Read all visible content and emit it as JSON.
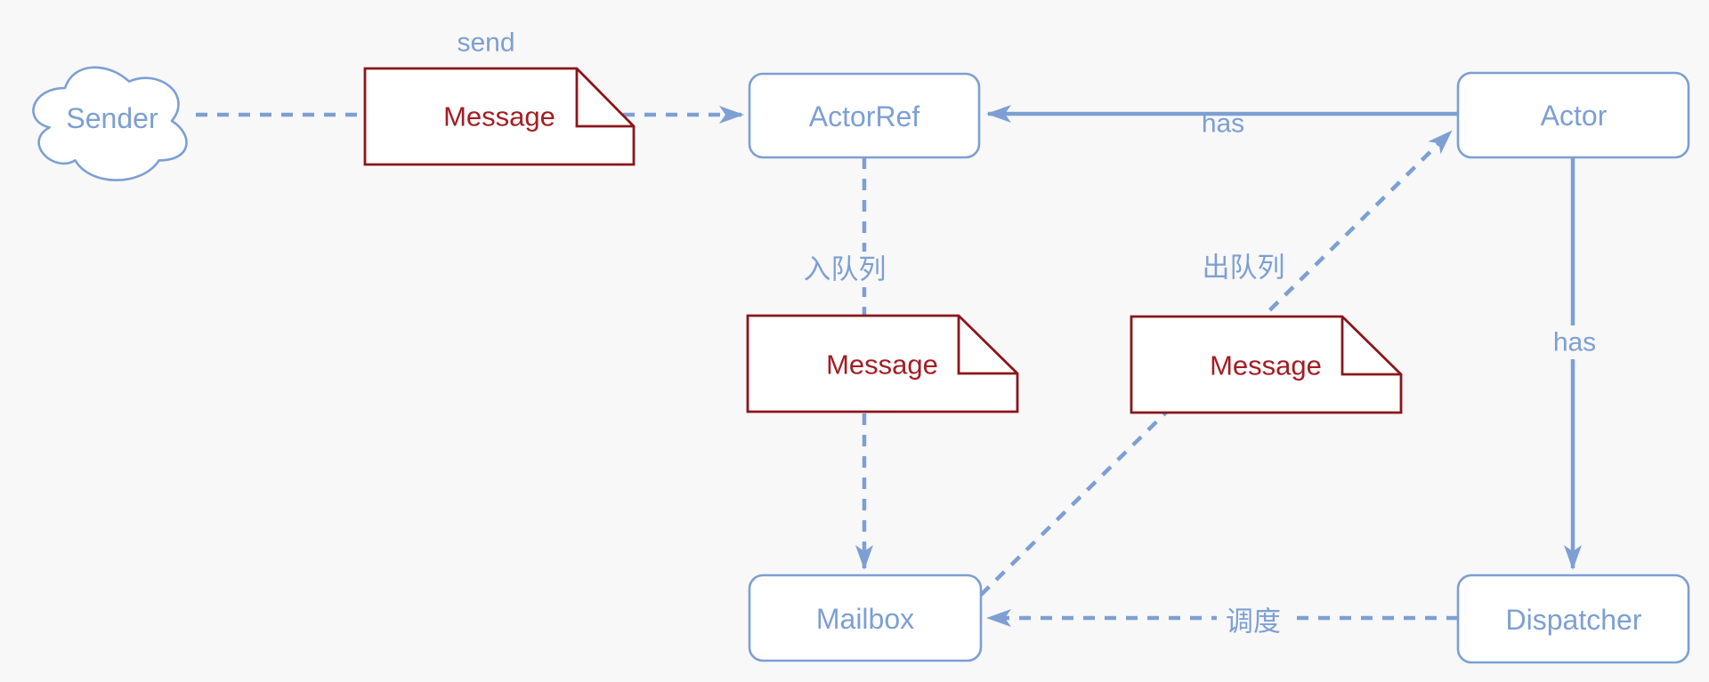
{
  "diagram": {
    "title": "Actor model message flow",
    "background_color": "#f8f8f9",
    "colors": {
      "blue_accent": "#7d9fd3",
      "note_border": "#8a161b",
      "note_text": "#a31d23",
      "node_fill": "#ffffff"
    },
    "nodes": {
      "sender": {
        "label": "Sender",
        "shape": "cloud"
      },
      "message_send": {
        "label": "Message",
        "shape": "note"
      },
      "message_enqueue": {
        "label": "Message",
        "shape": "note"
      },
      "message_dequeue": {
        "label": "Message",
        "shape": "note"
      },
      "actor_ref": {
        "label": "ActorRef",
        "shape": "rounded-rect"
      },
      "actor": {
        "label": "Actor",
        "shape": "rounded-rect"
      },
      "mailbox": {
        "label": "Mailbox",
        "shape": "rounded-rect"
      },
      "dispatcher": {
        "label": "Dispatcher",
        "shape": "rounded-rect"
      }
    },
    "edges": {
      "send": {
        "label": "send",
        "from": "Sender",
        "to": "ActorRef",
        "style": "dashed-arrow"
      },
      "has_ref": {
        "label": "has",
        "from": "Actor",
        "to": "ActorRef",
        "style": "solid-arrow"
      },
      "enqueue": {
        "label": "入队列",
        "from": "ActorRef",
        "to": "Mailbox",
        "style": "dashed-arrow"
      },
      "dequeue": {
        "label": "出队列",
        "from": "Mailbox",
        "to": "Actor",
        "style": "dashed-arrow"
      },
      "has_dispatcher": {
        "label": "has",
        "from": "Actor",
        "to": "Dispatcher",
        "style": "solid-arrow"
      },
      "dispatch": {
        "label": "调度",
        "from": "Dispatcher",
        "to": "Mailbox",
        "style": "dashed-arrow"
      }
    }
  }
}
